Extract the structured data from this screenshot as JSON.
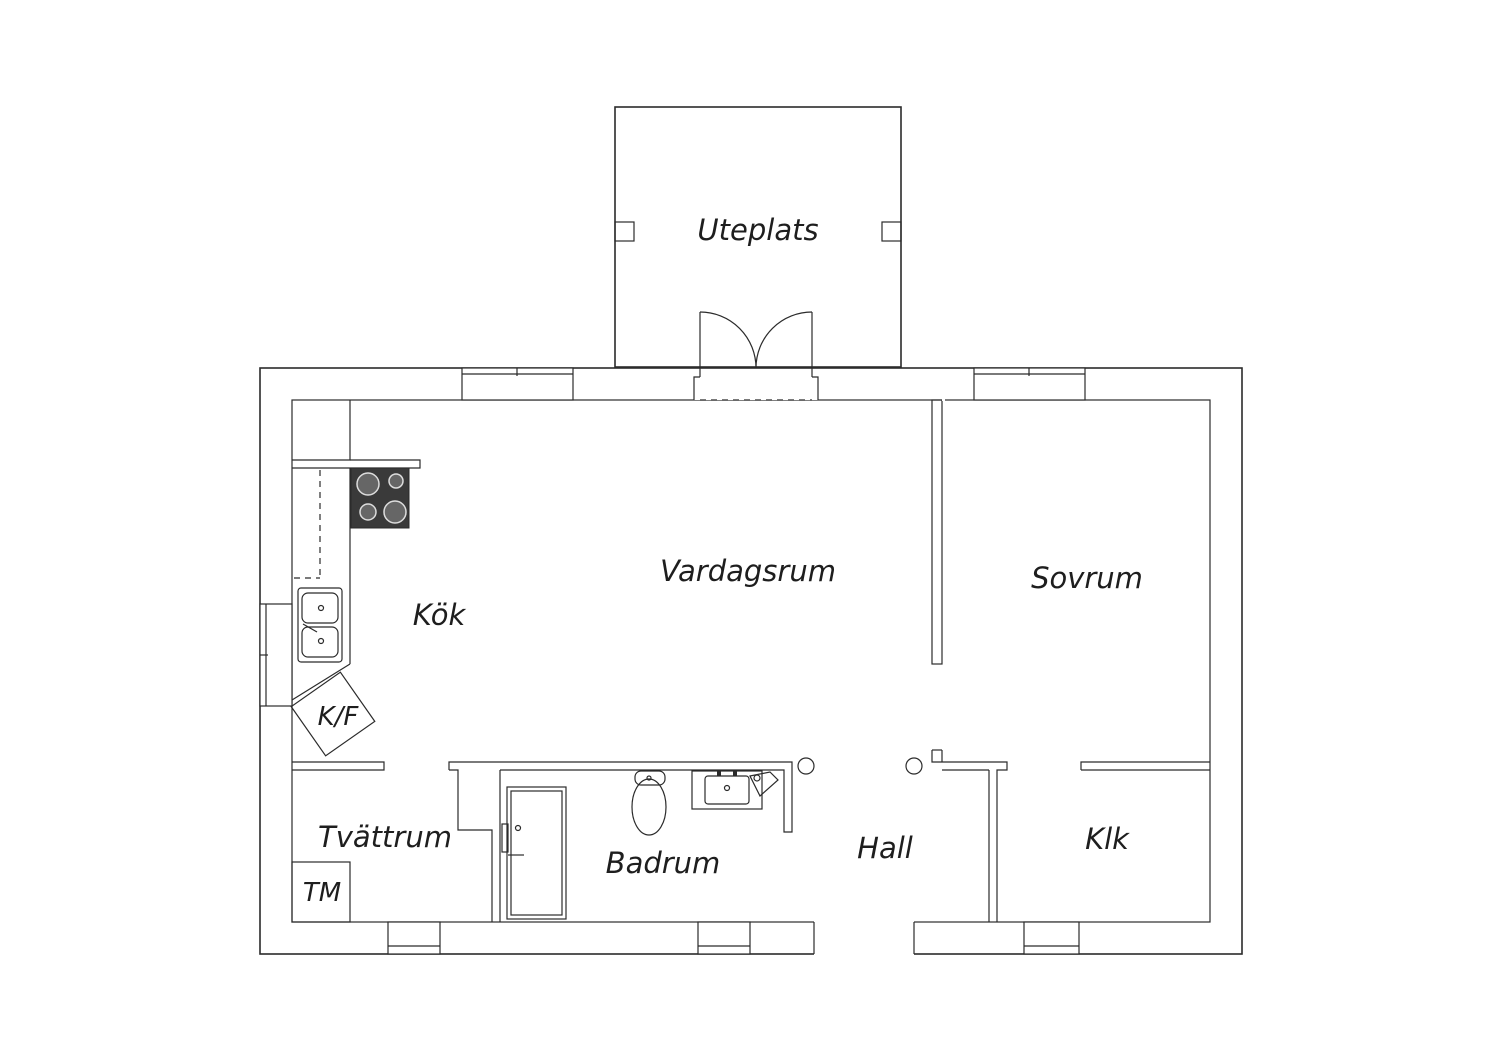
{
  "rooms": {
    "uteplats": "Uteplats",
    "vardagsrum": "Vardagsrum",
    "sovrum": "Sovrum",
    "kok": "Kök",
    "tvattrum": "Tvättrum",
    "badrum": "Badrum",
    "hall": "Hall",
    "klk": "Klk"
  },
  "fixtures": {
    "fridge_freezer": "K/F",
    "washing_machine": "TM"
  },
  "colors": {
    "line": "#2b2b2b",
    "stove": "#3a3a3a"
  }
}
